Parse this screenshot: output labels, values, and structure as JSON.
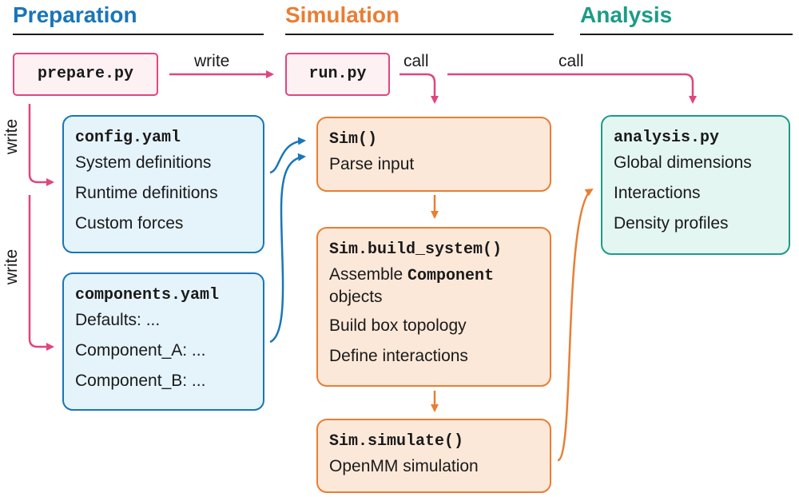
{
  "sections": {
    "preparation": {
      "label": "Preparation",
      "color": "#1976b8"
    },
    "simulation": {
      "label": "Simulation",
      "color": "#e97e33"
    },
    "analysis": {
      "label": "Analysis",
      "color": "#1b9c86"
    }
  },
  "scripts": {
    "prepare": "prepare.py",
    "run": "run.py"
  },
  "boxes": {
    "config": {
      "title": "config.yaml",
      "items": [
        "System definitions",
        "Runtime definitions",
        "Custom forces"
      ]
    },
    "components": {
      "title": "components.yaml",
      "items": [
        "Defaults: ...",
        "Component_A: ...",
        "Component_B: ..."
      ]
    },
    "sim_init": {
      "title": "Sim()",
      "items": [
        "Parse input"
      ]
    },
    "build_system": {
      "title": "Sim.build_system()",
      "assemble_prefix": "Assemble ",
      "assemble_code": "Component",
      "assemble_suffix": "objects",
      "items": [
        "Build box topology",
        "Define interactions"
      ]
    },
    "simulate": {
      "title": "Sim.simulate()",
      "items": [
        "OpenMM simulation"
      ]
    },
    "analysis": {
      "title": "analysis.py",
      "items": [
        "Global dimensions",
        "Interactions",
        "Density profiles"
      ]
    }
  },
  "edge_labels": {
    "write_run": "write",
    "call_sim": "call",
    "call_analysis": "call",
    "write_config": "write",
    "write_components": "write"
  },
  "colors": {
    "pink": "#e0457f",
    "blue": "#1976b8",
    "orange": "#e97e33",
    "teal": "#1b9c86"
  }
}
